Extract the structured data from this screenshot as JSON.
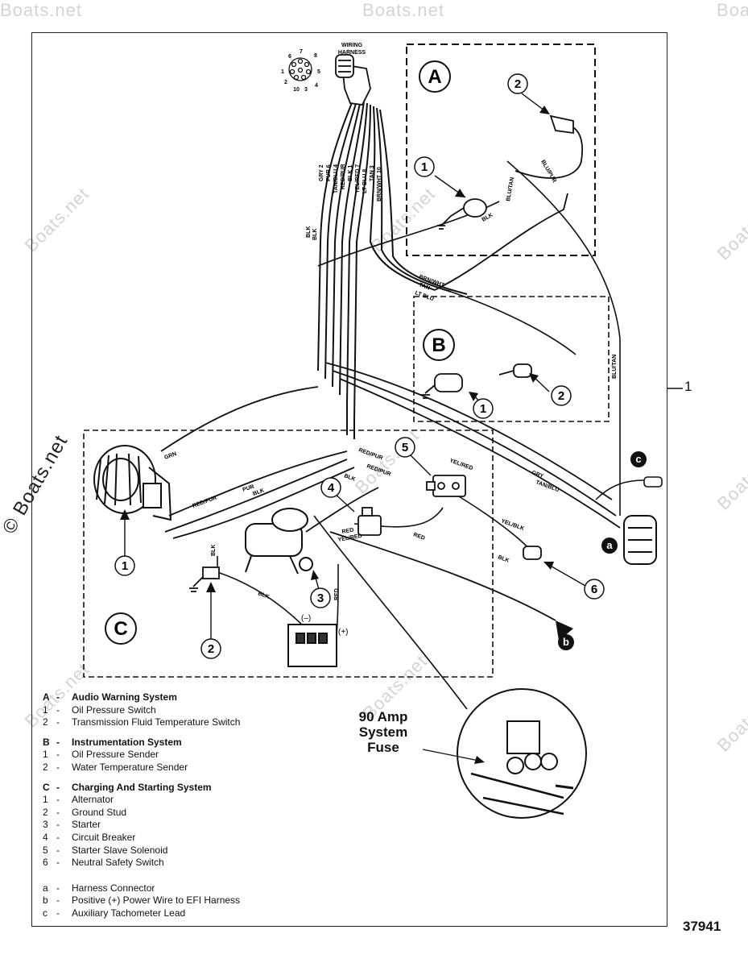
{
  "watermark": {
    "text": "Boats.net",
    "copyright_text": "© Boats.net"
  },
  "diagram": {
    "harness_label_line1": "WIRING",
    "harness_label_line2": "HARNESS",
    "section_letters": [
      "A",
      "B",
      "C"
    ],
    "pin_numbers": [
      "7",
      "8",
      "6",
      "5",
      "1",
      "2",
      "10",
      "3",
      "4"
    ],
    "wire_labels": {
      "gry2": "GRY 2",
      "pur6": "PUR 6",
      "tanblu4": "TAN/BLU 4",
      "redpur": "RED/PUR",
      "blk1": "BLK 1",
      "ylwred7": "YEL/RED 7",
      "ltblu8": "LT BLU 8",
      "tan3": "TAN 3",
      "brnwht10": "BRN/WHT 10",
      "blutan_a": "BLU/TAN",
      "blupur": "BLU/PUR",
      "blk_a": "BLK",
      "brnwht": "BRN/WHT",
      "tan": "TAN",
      "ltblu": "LT BLU",
      "blk_c1": "BLK",
      "blk_c2": "BLK",
      "grn": "GRN",
      "pur": "PUR",
      "redpur_alt": "RED/PUR",
      "blk_alt": "BLK",
      "redpur2": "RED/PUR",
      "redpur3": "RED/PUR",
      "blk_b": "BLK",
      "red": "RED",
      "ylwred_s": "YEL/RED",
      "red2": "RED",
      "ylwred2": "YEL/RED",
      "ylwblk": "YEL/BLK",
      "blk_n": "BLK",
      "gry": "GRY",
      "tanblu": "TAN/BLU",
      "blutan_r": "BLU/TAN",
      "blk_g": "BLK",
      "blk_bat": "BLK",
      "red_bat": "RED"
    },
    "callouts": {
      "a1": "1",
      "a2": "2",
      "b1": "1",
      "b2": "2",
      "c1": "1",
      "c2": "2",
      "c3": "3",
      "c4": "4",
      "c5": "5",
      "c6": "6",
      "letter_a": "a",
      "letter_b": "b",
      "letter_c": "c"
    },
    "battery_neg": "(–)",
    "battery_pos": "(+)"
  },
  "fuse_label": {
    "line1": "90 Amp",
    "line2": "System",
    "line3": "Fuse"
  },
  "reference_number": "1",
  "figure_number": "37941",
  "legend": {
    "group_a": {
      "key": "A",
      "title": "Audio Warning System",
      "items": [
        {
          "key": "1",
          "text": "Oil Pressure Switch"
        },
        {
          "key": "2",
          "text": "Transmission Fluid Temperature Switch"
        }
      ]
    },
    "group_b": {
      "key": "B",
      "title": "Instrumentation System",
      "items": [
        {
          "key": "1",
          "text": "Oil Pressure Sender"
        },
        {
          "key": "2",
          "text": "Water Temperature Sender"
        }
      ]
    },
    "group_c": {
      "key": "C",
      "title": "Charging And Starting System",
      "items": [
        {
          "key": "1",
          "text": "Alternator"
        },
        {
          "key": "2",
          "text": "Ground Stud"
        },
        {
          "key": "3",
          "text": "Starter"
        },
        {
          "key": "4",
          "text": "Circuit Breaker"
        },
        {
          "key": "5",
          "text": "Starter Slave Solenoid"
        },
        {
          "key": "6",
          "text": "Neutral Safety Switch"
        }
      ]
    },
    "letters": [
      {
        "key": "a",
        "text": "Harness Connector"
      },
      {
        "key": "b",
        "text": "Positive (+) Power Wire to EFI Harness"
      },
      {
        "key": "c",
        "text": "Auxiliary Tachometer Lead"
      }
    ],
    "dash": "-"
  }
}
